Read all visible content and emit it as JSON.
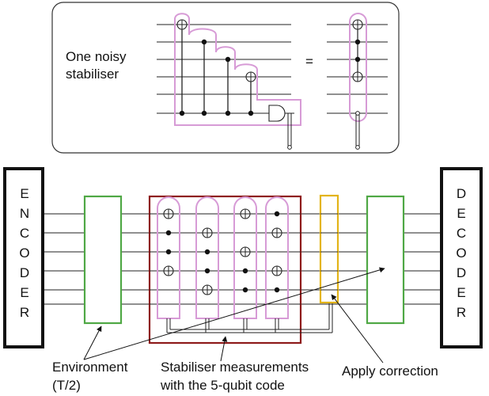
{
  "inset": {
    "label_line1": "One noisy",
    "label_line2": "stabiliser",
    "equals": "="
  },
  "encoder": {
    "letters": [
      "E",
      "N",
      "C",
      "O",
      "D",
      "E",
      "R"
    ]
  },
  "decoder": {
    "letters": [
      "D",
      "E",
      "C",
      "O",
      "D",
      "E",
      "R"
    ]
  },
  "labels": {
    "environment_line1": "Environment",
    "environment_line2": "(T/2)",
    "stabiliser_line1": "Stabiliser measurements",
    "stabiliser_line2": "with the 5-qubit code",
    "apply_correction": "Apply correction"
  },
  "colors": {
    "pink": "#d79bd6",
    "green": "#4fa845",
    "darkred": "#8e1b1b",
    "yellow": "#e3b418",
    "black": "#111111"
  },
  "icons": [
    "plus-circle-icon (target / X)",
    "filled-dot-icon (control)"
  ]
}
